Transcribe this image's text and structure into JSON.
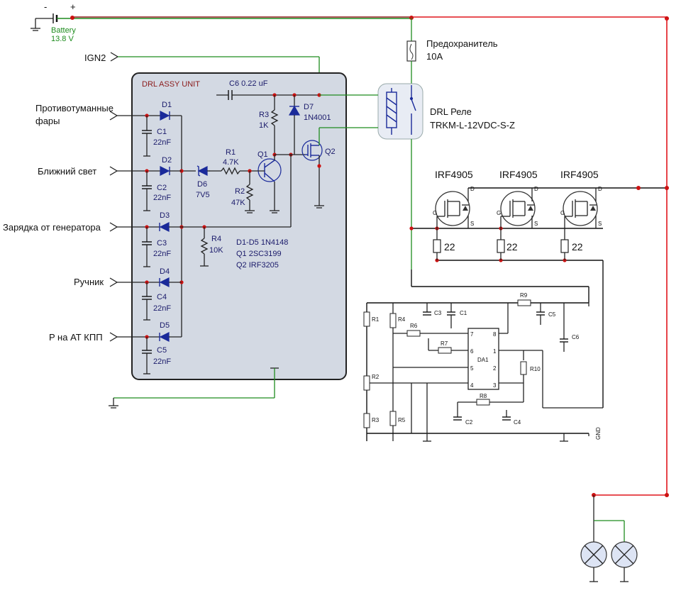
{
  "battery": {
    "minus": "-",
    "plus": "+",
    "label": "Battery",
    "voltage": "13.8 V"
  },
  "fuse": {
    "label": "Предохранитель",
    "rating": "10A"
  },
  "relay": {
    "label": "DRL Реле",
    "part": "TRKM-L-12VDC-S-Z"
  },
  "inputs": {
    "ign2": "IGN2",
    "fog": "Противотуманные",
    "fog2": "фары",
    "low_beam": "Ближний свет",
    "charging": "Зарядка от генератора",
    "handbrake": "Ручник",
    "park": "P на АТ КПП"
  },
  "unit": {
    "title": "DRL ASSY UNIT",
    "c6": "C6 0.22 uF",
    "d7": "D7",
    "d7_part": "1N4001",
    "r3": "R3",
    "r3_val": "1K",
    "r1": "R1",
    "r1_val": "4.7K",
    "r2": "R2",
    "r2_val": "47K",
    "r4": "R4",
    "r4_val": "10K",
    "q1": "Q1",
    "q2": "Q2",
    "d6": "D6",
    "d6_val": "7V5",
    "diodes": [
      "D1",
      "D2",
      "D3",
      "D4",
      "D5"
    ],
    "caps": [
      "C1",
      "C2",
      "C3",
      "C4",
      "C5"
    ],
    "cap_val": "22nF",
    "note1": "D1-D5 1N4148",
    "note2": "Q1 2SC3199",
    "note3": "Q2 IRF3205"
  },
  "mosfets": {
    "part": "IRF4905",
    "resistor": "22",
    "pin_g": "G",
    "pin_s": "S",
    "pin_d": "D"
  },
  "controller": {
    "chip": "DA1",
    "parts": [
      "R1",
      "R2",
      "R3",
      "R4",
      "R5",
      "R6",
      "R7",
      "R8",
      "R9",
      "R10",
      "C1",
      "C2",
      "C3",
      "C4",
      "C5",
      "C6"
    ],
    "pins": [
      "1",
      "2",
      "3",
      "4",
      "5",
      "6",
      "7",
      "8"
    ],
    "gnd": "GND"
  }
}
